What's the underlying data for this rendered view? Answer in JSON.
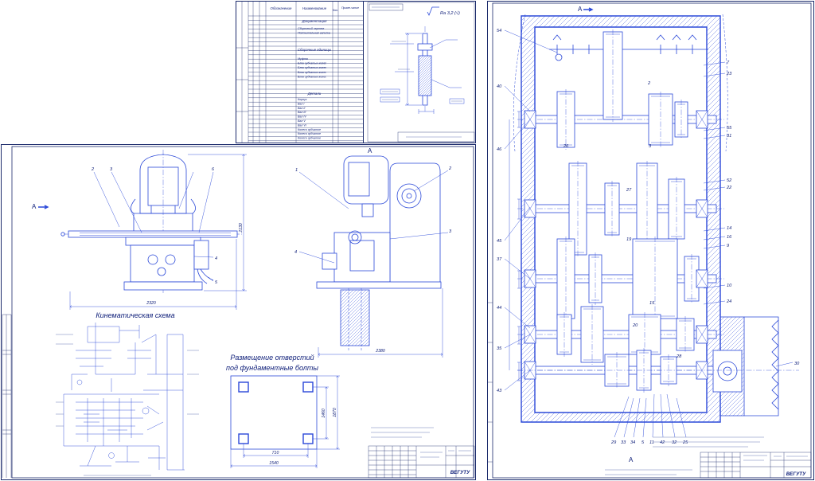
{
  "spec_sheet": {
    "headers": {
      "designation": "Обозначение",
      "name": "Наименование",
      "qty": "Кол.",
      "note": "Приме-чание"
    },
    "sections": {
      "documentation": "Документация",
      "assemblies": "Сборочные единицы",
      "parts": "Детали"
    },
    "documentation_items": [
      "Сборочный чертеж",
      "Пояснительная записка"
    ],
    "assembly_items": [
      "Муфта",
      "Блок зубчатых колес",
      "Блок зубчатых колес",
      "Блок зубчатых колес",
      "Блок зубчатых колес"
    ],
    "part_items": [
      "Корпус",
      "Вал I",
      "Вал II",
      "Вал III",
      "Вал IV",
      "Вал V",
      "Вал VI",
      "Колесо зубчатое",
      "Колесо зубчатое",
      "Колесо зубчатое"
    ]
  },
  "detail_sheet": {
    "roughness": "Ra 3,2 (√)"
  },
  "general_view_sheet": {
    "view_marker_front": "А",
    "view_marker_side": "А",
    "front_labels": [
      "2",
      "3",
      "6",
      "4",
      "5"
    ],
    "side_labels": [
      "1",
      "2",
      "4",
      "3"
    ],
    "dimensions": {
      "front_width": "2320",
      "front_height": "2130",
      "side_width": "2380"
    },
    "kinematic_title": "Кинематическая схема",
    "foundation_title_line1": "Размещение отверстий",
    "foundation_title_line2": "под фундаментные болты",
    "foundation_dims": {
      "inner_width": "710",
      "outer_width": "1540",
      "inner_height": "1460",
      "outer_height": "1870"
    },
    "title_block_org": "ВЕГУТУ"
  },
  "gearbox_sheet": {
    "view_marker_top": "А",
    "view_marker_bottom": "А",
    "left_labels": [
      "54",
      "40",
      "46",
      "45",
      "37",
      "44",
      "35",
      "43"
    ],
    "right_labels": [
      "7",
      "23",
      "55",
      "31",
      "52",
      "22",
      "14",
      "16",
      "9",
      "10",
      "24",
      "30"
    ],
    "bottom_labels": [
      "29",
      "33",
      "34",
      "5",
      "11",
      "42",
      "32",
      "25"
    ],
    "inner_labels": [
      "2",
      "3",
      "27",
      "19",
      "15",
      "20",
      "28",
      "26"
    ],
    "title_block_org": "ВЕГУТУ"
  }
}
